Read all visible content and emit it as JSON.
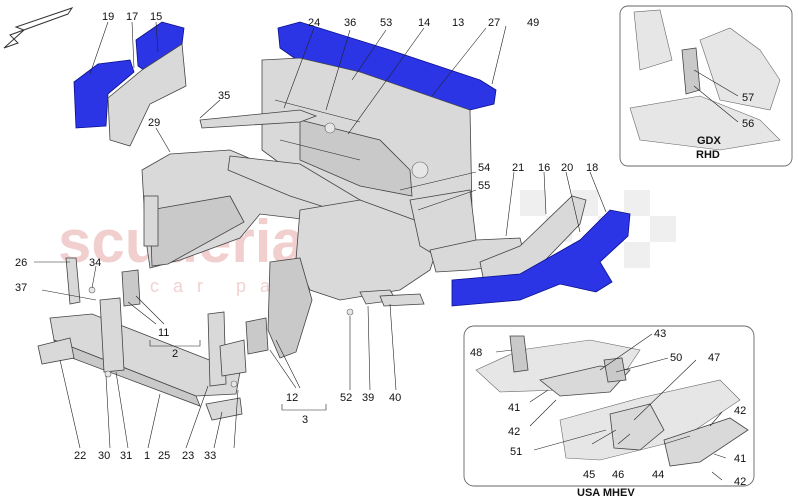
{
  "watermark": {
    "main": "scuderia",
    "sub": "car parts"
  },
  "callouts": {
    "c19": "19",
    "c17": "17",
    "c15": "15",
    "c24": "24",
    "c36": "36",
    "c53": "53",
    "c14": "14",
    "c13": "13",
    "c27": "27",
    "c49": "49",
    "c35": "35",
    "c29": "29",
    "c54": "54",
    "c55": "55",
    "c21": "21",
    "c16": "16",
    "c20": "20",
    "c18": "18",
    "c26": "26",
    "c34": "34",
    "c37": "37",
    "c11": "11",
    "c12": "12",
    "c52": "52",
    "c39": "39",
    "c40": "40",
    "c1": "1",
    "c25": "25",
    "c23": "23",
    "c33": "33",
    "c57": "57",
    "c56": "56",
    "c48": "48",
    "c43": "43",
    "c50": "50",
    "c47": "47",
    "c41a": "41",
    "c42a": "42",
    "c51": "51",
    "c45": "45",
    "c46": "46",
    "c44": "44",
    "c42b": "42",
    "c41b": "41",
    "c42c": "42",
    "b22": "22",
    "b30": "30",
    "b31": "31"
  },
  "groups": {
    "g2": "2",
    "g3": "3"
  },
  "insets": {
    "gdx_line1": "GDX",
    "gdx_line2": "RHD",
    "usa": "USA MHEV"
  },
  "colors": {
    "highlight": "#2b35e6",
    "part": "#d9d9d9",
    "watermark": "#e9a8a8"
  }
}
